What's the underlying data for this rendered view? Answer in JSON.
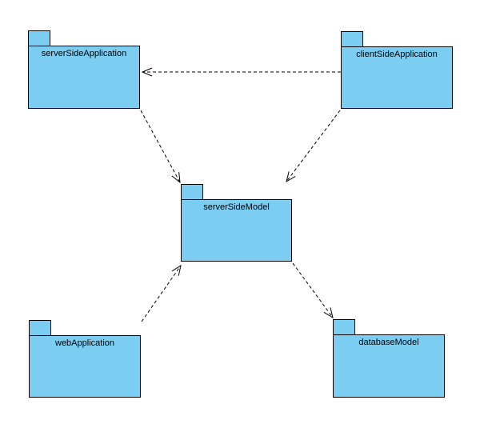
{
  "diagram": {
    "kind": "uml-package-diagram",
    "background_color": "#ffffff",
    "package_fill_color": "#7CCDF2",
    "package_border_color": "#000000",
    "line_color": "#000000",
    "packages": [
      {
        "id": "serverSideApplication",
        "label": "serverSideApplication"
      },
      {
        "id": "clientSideApplication",
        "label": "clientSideApplication"
      },
      {
        "id": "serverSideModel",
        "label": "serverSideModel"
      },
      {
        "id": "webApplication",
        "label": "webApplication"
      },
      {
        "id": "databaseModel",
        "label": "databaseModel"
      }
    ],
    "dependencies": [
      {
        "from": "clientSideApplication",
        "to": "serverSideApplication",
        "line": "dashed",
        "arrowhead": "open"
      },
      {
        "from": "serverSideApplication",
        "to": "serverSideModel",
        "line": "dashed",
        "arrowhead": "open"
      },
      {
        "from": "clientSideApplication",
        "to": "serverSideModel",
        "line": "dashed",
        "arrowhead": "open"
      },
      {
        "from": "webApplication",
        "to": "serverSideModel",
        "line": "dashed",
        "arrowhead": "open"
      },
      {
        "from": "serverSideModel",
        "to": "databaseModel",
        "line": "dashed",
        "arrowhead": "open"
      }
    ]
  }
}
